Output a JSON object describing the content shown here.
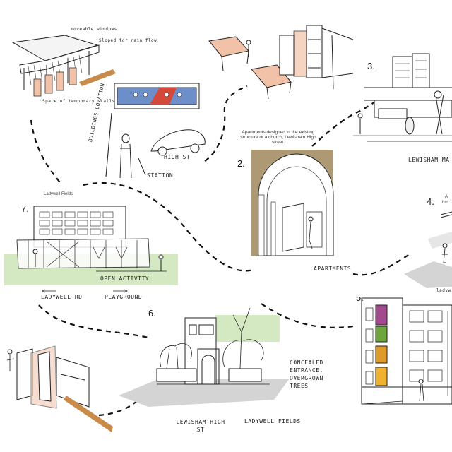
{
  "colors": {
    "green": "#d4e8c2",
    "tan": "#ad9a74",
    "peach": "#f2c2a8",
    "orange_stripe": "#c98a4a",
    "red": "#d44a3a",
    "blue": "#6c8fc9",
    "purple": "#a34a8f",
    "leaf_green": "#6fa53a",
    "amber": "#e09a2a",
    "yellow_orange": "#f0b030",
    "shadow_grey": "#d4d4d4",
    "ink": "#222222"
  },
  "sketch1": {
    "annotations": [
      "moveable windows",
      "Sloped for rain flow",
      "Space of temporary stalls"
    ]
  },
  "sketch_station": {
    "labels": [
      "BUILDINGS LOCATION",
      "HIGH ST",
      "STATION"
    ]
  },
  "sketch2": {
    "number": "2.",
    "caption": "Apartments designed in the existing structure of a church, Lewisham High street.",
    "label": "APARTMENTS"
  },
  "sketch3": {
    "number": "3.",
    "label": "LEWISHAM MA"
  },
  "sketch4": {
    "number": "4.",
    "caption_partial": "A",
    "caption_partial2": "bro",
    "label_partial": "ladyw"
  },
  "sketch5": {
    "number": "5."
  },
  "sketch6": {
    "number": "6.",
    "note": "CONCEALED ENTRANCE, OVERGROWN TREES",
    "left_label": "LEWISHAM HIGH ST",
    "right_label": "LADYWELL FIELDS"
  },
  "sketch7": {
    "number": "7.",
    "title": "Ladywell Fields",
    "activity": "OPEN ACTIVITY",
    "left_label": "LADYWELL RD",
    "right_label": "PLAYGROUND"
  }
}
